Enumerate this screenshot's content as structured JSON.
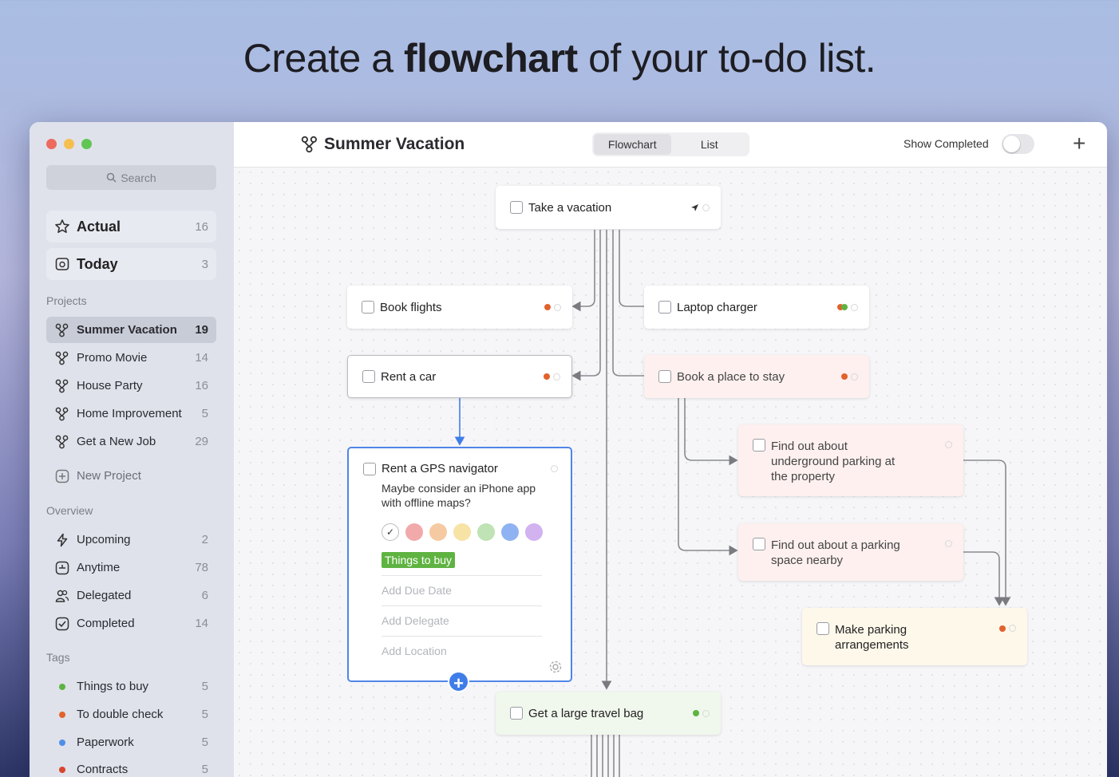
{
  "headline": {
    "prefix": "Create a ",
    "bold": "flowchart",
    "suffix": " of your to-do list."
  },
  "sidebar": {
    "search_placeholder": "Search",
    "top": [
      {
        "label": "Actual",
        "count": "16",
        "icon": "star-icon"
      },
      {
        "label": "Today",
        "count": "3",
        "icon": "calendar-icon"
      }
    ],
    "projects_label": "Projects",
    "projects": [
      {
        "label": "Summer Vacation",
        "count": "19"
      },
      {
        "label": "Promo Movie",
        "count": "14"
      },
      {
        "label": "House Party",
        "count": "16"
      },
      {
        "label": "Home Improvement",
        "count": "5"
      },
      {
        "label": "Get a New Job",
        "count": "29"
      }
    ],
    "new_project": "New Project",
    "overview_label": "Overview",
    "overview": [
      {
        "label": "Upcoming",
        "count": "2",
        "icon": "bolt-icon"
      },
      {
        "label": "Anytime",
        "count": "78",
        "icon": "stack-icon"
      },
      {
        "label": "Delegated",
        "count": "6",
        "icon": "people-icon"
      },
      {
        "label": "Completed",
        "count": "14",
        "icon": "check-circle-icon"
      }
    ],
    "tags_label": "Tags",
    "tags": [
      {
        "label": "Things to buy",
        "count": "5",
        "color": "#5fb341"
      },
      {
        "label": "To double check",
        "count": "5",
        "color": "#e2622c"
      },
      {
        "label": "Paperwork",
        "count": "5",
        "color": "#4f8fe8"
      },
      {
        "label": "Contracts",
        "count": "5",
        "color": "#d9452f"
      }
    ]
  },
  "toolbar": {
    "title": "Summer Vacation",
    "tabs": [
      "Flowchart",
      "List"
    ],
    "active_tab": "Flowchart",
    "show_completed": "Show Completed",
    "show_completed_on": false,
    "add": "+"
  },
  "cards": {
    "take_vacation": "Take a vacation",
    "book_flights": "Book flights",
    "laptop_charger": "Laptop charger",
    "rent_car": "Rent a car",
    "book_place": "Book a place to stay",
    "find_underground": "Find out about underground parking at the property",
    "find_parking": "Find out about a parking space nearby",
    "make_parking": "Make parking arrangements",
    "travel_bag": "Get a large travel bag"
  },
  "gps": {
    "title": "Rent a GPS navigator",
    "note": "Maybe consider an iPhone app with offline maps?",
    "swatches": [
      "#ffffff",
      "#f2a9a9",
      "#f5caa2",
      "#f7e3a6",
      "#bfe3b4",
      "#8fb3f2",
      "#d2b2ef"
    ],
    "tag": "Things to buy",
    "add_due_date": "Add Due Date",
    "add_delegate": "Add Delegate",
    "add_location": "Add Location"
  },
  "colors": {
    "accent": "#3f7de8",
    "orange_dot": "#e2622c",
    "green_dot": "#5fb341"
  }
}
